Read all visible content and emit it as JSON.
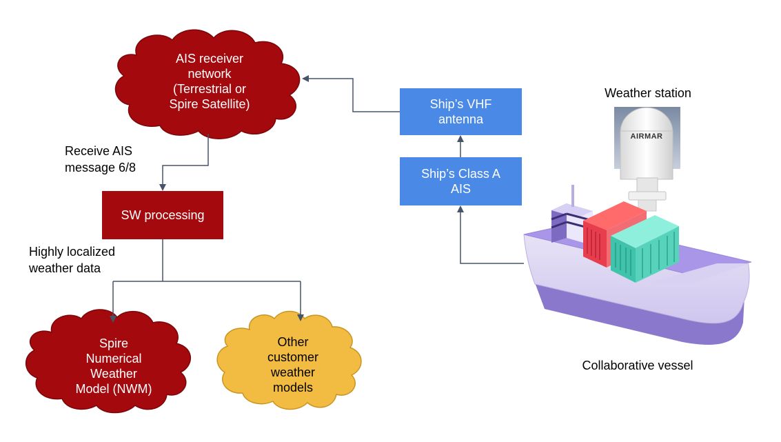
{
  "colors": {
    "cloud_red": "#a4090d",
    "cloud_yellow": "#f2bc42",
    "box_blue": "#4a89e6",
    "box_red": "#a4090d",
    "arrow": "#465468"
  },
  "nodes": {
    "ais_network": "AIS receiver\nnetwork\n(Terrestrial or\nSpire Satellite)",
    "vhf_antenna": "Ship’s VHF\nantenna",
    "class_a_ais": "Ship’s Class A\nAIS",
    "sw_processing": "SW processing",
    "spire_nwm": "Spire\nNumerical\nWeather\nModel (NWM)",
    "other_models": "Other\ncustomer\nweather\nmodels"
  },
  "labels": {
    "receive_ais": "Receive AIS\nmessage 6/8",
    "localized_data": "Highly localized\nweather data",
    "weather_station": "Weather station",
    "collaborative_vessel": "Collaborative vessel",
    "airmar_logo": "AIRMAR"
  }
}
